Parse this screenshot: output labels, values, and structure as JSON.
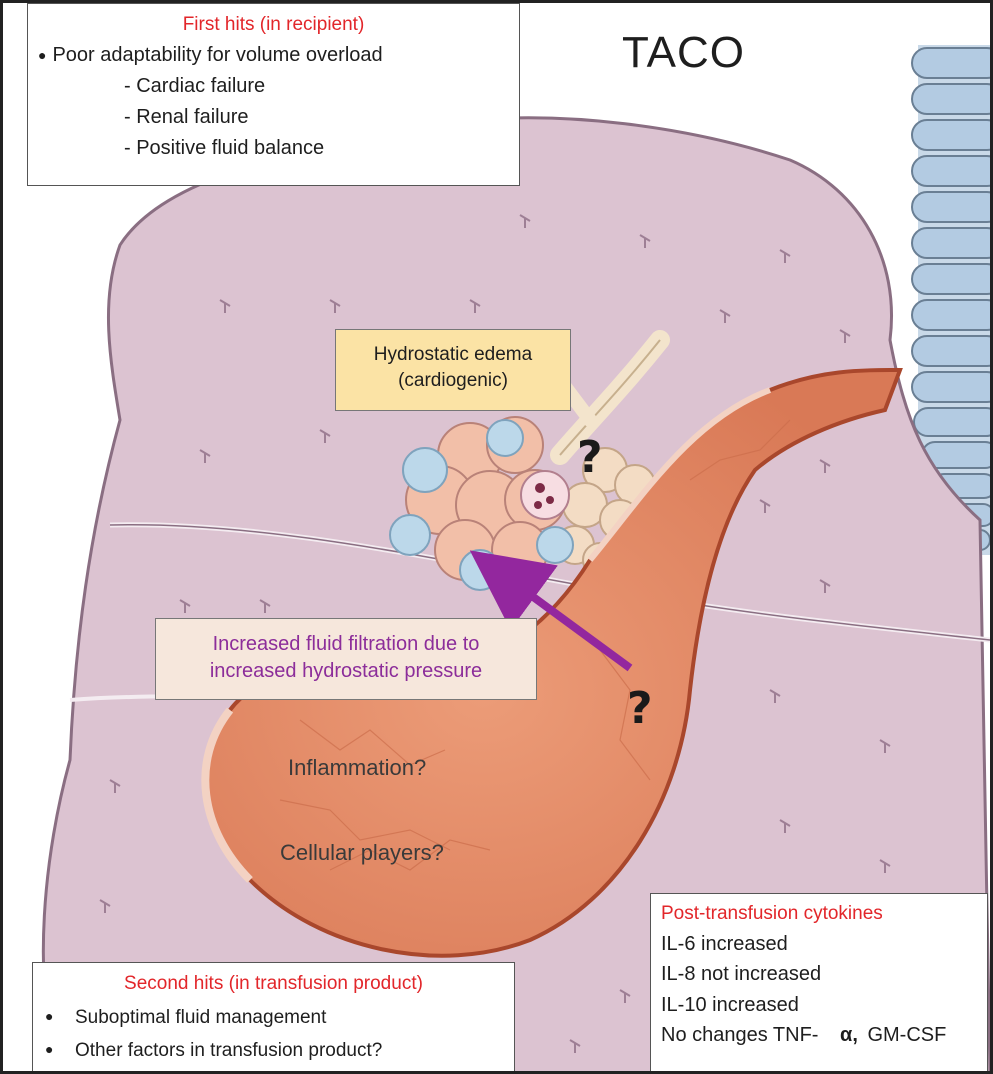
{
  "title": "TACO",
  "first_hits": {
    "title": "First hits (in recipient)",
    "main": "Poor adaptability for volume overload",
    "items": [
      "- Cardiac failure",
      "- Renal failure",
      "- Positive fluid balance"
    ]
  },
  "hydrostatic": {
    "line1": "Hydrostatic edema",
    "line2": "(cardiogenic)"
  },
  "filtration": {
    "line1": "Increased fluid filtration due to",
    "line2": "increased hydrostatic pressure"
  },
  "vessel_labels": {
    "inflammation": "Inflammation?",
    "cellular": "Cellular players?"
  },
  "question_mark": "?",
  "cytokines": {
    "title": "Post-transfusion cytokines",
    "items": [
      "IL-6 increased",
      "IL-8 not increased",
      "IL-10 increased"
    ],
    "last_prefix": "No changes TNF-",
    "last_symbol": "α,",
    "last_suffix": "GM-CSF"
  },
  "second_hits": {
    "title": "Second hits (in transfusion product)",
    "items": [
      "Suboptimal fluid management",
      "Other factors in transfusion product?"
    ]
  },
  "colors": {
    "lung": "#dcc3d1",
    "lung_edge": "#8a6e82",
    "vessel": "#e18a66",
    "vessel_edge": "#a9472c",
    "trachea": "#b9cfe3",
    "arrow": "#93279e",
    "title_red": "#e2262a",
    "hydro_box": "#fbe3a5"
  }
}
